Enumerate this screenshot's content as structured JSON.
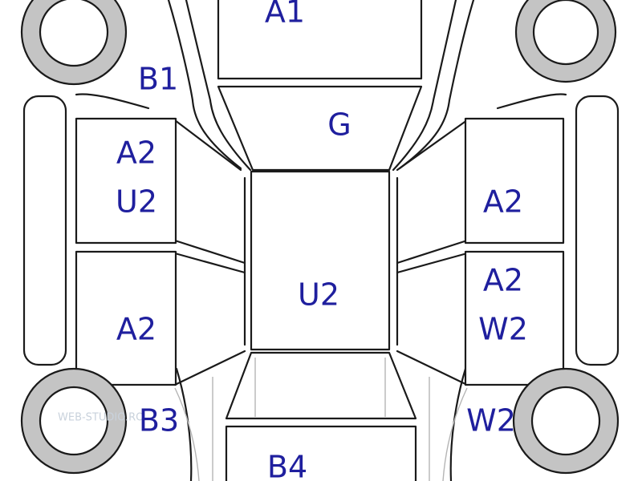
{
  "diagram": {
    "labels": {
      "a1": "A1",
      "b1": "B1",
      "g": "G",
      "left_front_door_line1": "A2",
      "left_front_door_line2": "U2",
      "right_front_door": "A2",
      "roof": "U2",
      "left_rear_door": "A2",
      "right_rear_door_line1": "A2",
      "right_rear_door_line2": "W2",
      "b3": "B3",
      "w2": "W2",
      "b4": "B4"
    },
    "watermark": "WEB-STUDIO.RO",
    "colors": {
      "label": "#1f1f9e",
      "outline": "#1a1a1a",
      "tire": "#c4c4c4",
      "watermark": "#c9d2dc"
    }
  }
}
